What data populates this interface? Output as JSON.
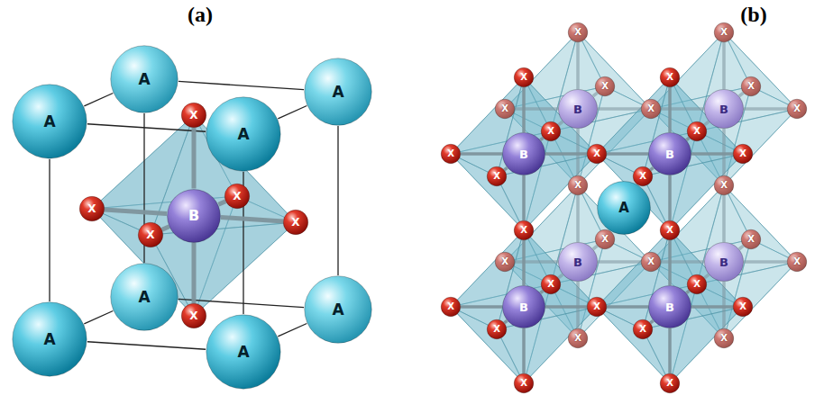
{
  "diagram": {
    "nodes": [
      {
        "text": [
          "A"
        ]
      },
      {
        "text": [
          "A"
        ]
      },
      {
        "text": [
          "A"
        ]
      },
      {
        "text": [
          "A"
        ]
      },
      {
        "text": [
          "A"
        ]
      },
      {
        "text": [
          "A"
        ]
      },
      {
        "text": [
          "A"
        ]
      },
      {
        "text": [
          "A"
        ]
      },
      {
        "text": [
          "B"
        ]
      },
      {
        "text": [
          "X"
        ]
      },
      {
        "text": [
          "X"
        ]
      },
      {
        "text": [
          "X"
        ]
      },
      {
        "text": [
          "X"
        ]
      },
      {
        "text": [
          "X"
        ]
      },
      {
        "text": [
          "X"
        ]
      },
      {
        "text": [
          "A"
        ]
      },
      {
        "text": [
          "B"
        ]
      },
      {
        "text": [
          "B"
        ]
      },
      {
        "text": [
          "B"
        ]
      },
      {
        "text": [
          "B"
        ]
      },
      {
        "text": [
          "B"
        ]
      },
      {
        "text": [
          "B"
        ]
      },
      {
        "text": [
          "B"
        ]
      },
      {
        "text": [
          "B"
        ]
      },
      {
        "text": [
          "X"
        ]
      },
      {
        "text": [
          "X"
        ]
      },
      {
        "text": [
          "X"
        ]
      },
      {
        "text": [
          "X"
        ]
      },
      {
        "text": [
          "X"
        ]
      },
      {
        "text": [
          "X"
        ]
      },
      {
        "text": [
          "X"
        ]
      },
      {
        "text": [
          "X"
        ]
      },
      {
        "text": [
          "X"
        ]
      },
      {
        "text": [
          "X"
        ]
      },
      {
        "text": [
          "X"
        ]
      },
      {
        "text": [
          "X"
        ]
      },
      {
        "text": [
          "X"
        ]
      },
      {
        "text": [
          "X"
        ]
      },
      {
        "text": [
          "X"
        ]
      },
      {
        "text": [
          "X"
        ]
      },
      {
        "text": [
          "X"
        ]
      },
      {
        "text": [
          "X"
        ]
      },
      {
        "text": [
          "X"
        ]
      },
      {
        "text": [
          "X"
        ]
      },
      {
        "text": [
          "X"
        ]
      },
      {
        "text": [
          "X"
        ]
      },
      {
        "text": [
          "X"
        ]
      },
      {
        "text": [
          "X"
        ]
      },
      {
        "text": [
          "X"
        ]
      },
      {
        "text": [
          "X"
        ]
      },
      {
        "text": [
          "X"
        ]
      },
      {
        "text": [
          "X"
        ]
      },
      {
        "text": [
          "X"
        ]
      },
      {
        "text": [
          "X"
        ]
      },
      {
        "text": [
          "X"
        ]
      },
      {
        "text": [
          "X"
        ]
      },
      {
        "text": [
          "X"
        ]
      },
      {
        "text": [
          "X"
        ]
      },
      {
        "text": [
          "X"
        ]
      },
      {
        "text": [
          "X"
        ]
      }
    ],
    "edges": [
      {
        "from": 1,
        "to": 2,
        "arrow": "none"
      },
      {
        "from": 0,
        "to": 3,
        "arrow": "none"
      },
      {
        "from": 0,
        "to": 1,
        "arrow": "none"
      },
      {
        "from": 3,
        "to": 2,
        "arrow": "none"
      },
      {
        "from": 5,
        "to": 6,
        "arrow": "none"
      },
      {
        "from": 4,
        "to": 7,
        "arrow": "none"
      },
      {
        "from": 4,
        "to": 5,
        "arrow": "none"
      },
      {
        "from": 7,
        "to": 6,
        "arrow": "none"
      },
      {
        "from": 0,
        "to": 4,
        "arrow": "none"
      },
      {
        "from": 1,
        "to": 5,
        "arrow": "none"
      },
      {
        "from": 2,
        "to": 6,
        "arrow": "none"
      },
      {
        "from": 3,
        "to": 7,
        "arrow": "none"
      },
      {
        "from": 8,
        "to": 9,
        "arrow": "none"
      },
      {
        "from": 8,
        "to": 10,
        "arrow": "none"
      },
      {
        "from": 8,
        "to": 11,
        "arrow": "none"
      },
      {
        "from": 8,
        "to": 12,
        "arrow": "none"
      },
      {
        "from": 8,
        "to": 13,
        "arrow": "none"
      },
      {
        "from": 8,
        "to": 14,
        "arrow": "none"
      },
      {
        "from": 16,
        "to": 27,
        "arrow": "none"
      },
      {
        "from": 16,
        "to": 28,
        "arrow": "none"
      },
      {
        "from": 16,
        "to": 38,
        "arrow": "none"
      },
      {
        "from": 16,
        "to": 42,
        "arrow": "none"
      },
      {
        "from": 16,
        "to": 50,
        "arrow": "none"
      },
      {
        "from": 16,
        "to": 52,
        "arrow": "none"
      },
      {
        "from": 17,
        "to": 28,
        "arrow": "none"
      },
      {
        "from": 17,
        "to": 29,
        "arrow": "none"
      },
      {
        "from": 17,
        "to": 39,
        "arrow": "none"
      },
      {
        "from": 17,
        "to": 43,
        "arrow": "none"
      },
      {
        "from": 17,
        "to": 51,
        "arrow": "none"
      },
      {
        "from": 17,
        "to": 53,
        "arrow": "none"
      },
      {
        "from": 18,
        "to": 24,
        "arrow": "none"
      },
      {
        "from": 18,
        "to": 25,
        "arrow": "none"
      },
      {
        "from": 18,
        "to": 36,
        "arrow": "none"
      },
      {
        "from": 18,
        "to": 40,
        "arrow": "none"
      },
      {
        "from": 18,
        "to": 48,
        "arrow": "none"
      },
      {
        "from": 18,
        "to": 50,
        "arrow": "none"
      },
      {
        "from": 19,
        "to": 25,
        "arrow": "none"
      },
      {
        "from": 19,
        "to": 26,
        "arrow": "none"
      },
      {
        "from": 19,
        "to": 37,
        "arrow": "none"
      },
      {
        "from": 19,
        "to": 41,
        "arrow": "none"
      },
      {
        "from": 19,
        "to": 49,
        "arrow": "none"
      },
      {
        "from": 19,
        "to": 51,
        "arrow": "none"
      },
      {
        "from": 20,
        "to": 33,
        "arrow": "none"
      },
      {
        "from": 20,
        "to": 34,
        "arrow": "none"
      },
      {
        "from": 20,
        "to": 42,
        "arrow": "none"
      },
      {
        "from": 20,
        "to": 46,
        "arrow": "none"
      },
      {
        "from": 20,
        "to": 56,
        "arrow": "none"
      },
      {
        "from": 20,
        "to": 58,
        "arrow": "none"
      },
      {
        "from": 21,
        "to": 34,
        "arrow": "none"
      },
      {
        "from": 21,
        "to": 35,
        "arrow": "none"
      },
      {
        "from": 21,
        "to": 43,
        "arrow": "none"
      },
      {
        "from": 21,
        "to": 47,
        "arrow": "none"
      },
      {
        "from": 21,
        "to": 57,
        "arrow": "none"
      },
      {
        "from": 21,
        "to": 59,
        "arrow": "none"
      },
      {
        "from": 22,
        "to": 30,
        "arrow": "none"
      },
      {
        "from": 22,
        "to": 31,
        "arrow": "none"
      },
      {
        "from": 22,
        "to": 40,
        "arrow": "none"
      },
      {
        "from": 22,
        "to": 44,
        "arrow": "none"
      },
      {
        "from": 22,
        "to": 54,
        "arrow": "none"
      },
      {
        "from": 22,
        "to": 56,
        "arrow": "none"
      },
      {
        "from": 23,
        "to": 31,
        "arrow": "none"
      },
      {
        "from": 23,
        "to": 32,
        "arrow": "none"
      },
      {
        "from": 23,
        "to": 41,
        "arrow": "none"
      },
      {
        "from": 23,
        "to": 45,
        "arrow": "none"
      },
      {
        "from": 23,
        "to": 55,
        "arrow": "none"
      },
      {
        "from": 23,
        "to": 57,
        "arrow": "none"
      }
    ],
    "labels": [
      "(a)",
      "(b)"
    ]
  }
}
